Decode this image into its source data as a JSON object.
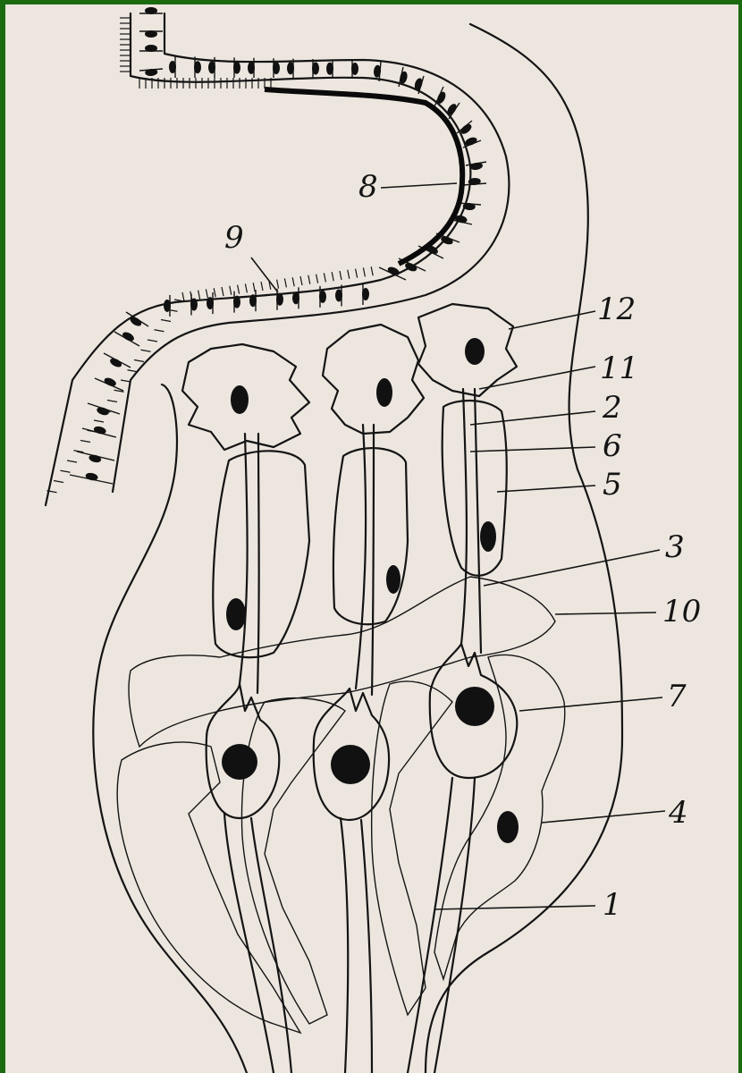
{
  "figure": {
    "labels": [
      {
        "id": "1",
        "text": "1"
      },
      {
        "id": "2",
        "text": "2"
      },
      {
        "id": "3",
        "text": "3"
      },
      {
        "id": "4",
        "text": "4"
      },
      {
        "id": "5",
        "text": "5"
      },
      {
        "id": "6",
        "text": "6"
      },
      {
        "id": "7",
        "text": "7"
      },
      {
        "id": "8",
        "text": "8"
      },
      {
        "id": "9",
        "text": "9"
      },
      {
        "id": "10",
        "text": "10"
      },
      {
        "id": "11",
        "text": "11"
      },
      {
        "id": "12",
        "text": "12"
      }
    ],
    "colors": {
      "border": "#1c6a10",
      "paper": "#ece6df",
      "ink": "#141414"
    }
  }
}
